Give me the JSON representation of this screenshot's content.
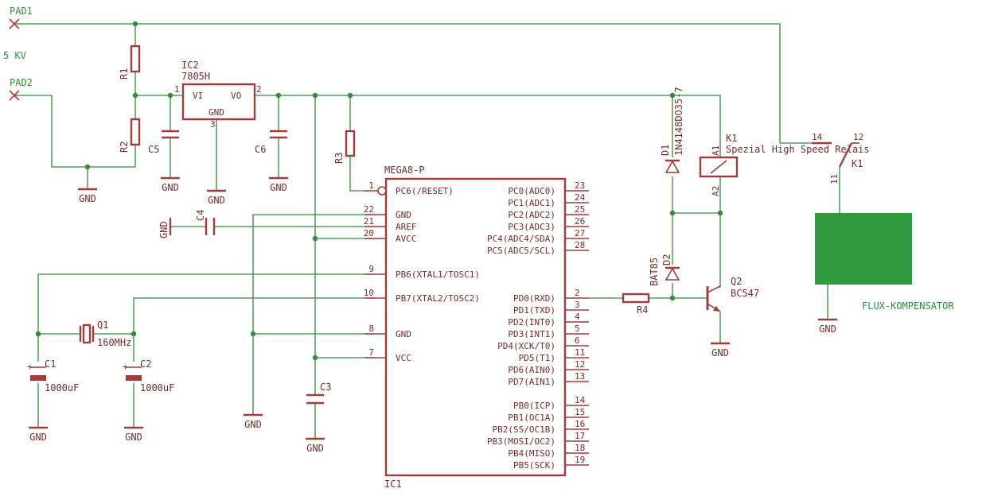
{
  "pads": {
    "pad1": "PAD1",
    "pad2": "PAD2",
    "voltage": "5 KV"
  },
  "resistors": {
    "r1": "R1",
    "r2": "R2",
    "r3": "R3",
    "r4": "R4"
  },
  "capacitors": {
    "c1": "C1",
    "c1_value": "1000uF",
    "c2": "C2",
    "c2_value": "1000uF",
    "c3": "C3",
    "c4": "C4",
    "c5": "C5",
    "c6": "C6"
  },
  "regulator": {
    "name": "IC2",
    "value": "7805H",
    "pin_vi": "VI",
    "pin_vo": "VO",
    "pin_gnd": "GND",
    "pin1": "1",
    "pin2": "2",
    "pin3": "3"
  },
  "crystal": {
    "name": "Q1",
    "value": "160MHz"
  },
  "transistor": {
    "name": "Q2",
    "value": "BC547"
  },
  "diodes": {
    "d1": "D1",
    "d1_value": "1N4148DO35-7",
    "d2": "D2",
    "d2_value": "BAT85"
  },
  "relay": {
    "name": "K1",
    "value": "Spezial High Speed Relais",
    "a1": "A1",
    "a2": "A2",
    "contact": "K1",
    "p14": "14",
    "p12": "12",
    "p11": "11"
  },
  "load": {
    "label": "FLUX-KOMPENSATOR"
  },
  "ground_label": "GND",
  "mcu": {
    "name": "IC1",
    "value": "MEGA8-P",
    "left_pins": [
      {
        "num": "1",
        "name": "PC6(/RESET)"
      },
      {
        "num": "22",
        "name": "GND"
      },
      {
        "num": "21",
        "name": "AREF"
      },
      {
        "num": "20",
        "name": "AVCC"
      },
      {
        "num": "9",
        "name": "PB6(XTAL1/TOSC1)"
      },
      {
        "num": "10",
        "name": "PB7(XTAL2/TOSC2)"
      },
      {
        "num": "8",
        "name": "GND"
      },
      {
        "num": "7",
        "name": "VCC"
      }
    ],
    "right_pins": [
      {
        "num": "23",
        "name": "PC0(ADC0)"
      },
      {
        "num": "24",
        "name": "PC1(ADC1)"
      },
      {
        "num": "25",
        "name": "PC2(ADC2)"
      },
      {
        "num": "26",
        "name": "PC3(ADC3)"
      },
      {
        "num": "27",
        "name": "PC4(ADC4/SDA)"
      },
      {
        "num": "28",
        "name": "PC5(ADC5/SCL)"
      },
      {
        "num": "2",
        "name": "PD0(RXD)"
      },
      {
        "num": "3",
        "name": "PD1(TXD)"
      },
      {
        "num": "4",
        "name": "PD2(INT0)"
      },
      {
        "num": "5",
        "name": "PD3(INT1)"
      },
      {
        "num": "6",
        "name": "PD4(XCK/T0)"
      },
      {
        "num": "11",
        "name": "PD5(T1)"
      },
      {
        "num": "12",
        "name": "PD6(AIN0)"
      },
      {
        "num": "13",
        "name": "PD7(AIN1)"
      },
      {
        "num": "14",
        "name": "PB0(ICP)"
      },
      {
        "num": "15",
        "name": "PB1(OC1A)"
      },
      {
        "num": "16",
        "name": "PB2(SS/OC1B)"
      },
      {
        "num": "17",
        "name": "PB3(MOSI/OC2)"
      },
      {
        "num": "18",
        "name": "PB4(MISO)"
      },
      {
        "num": "19",
        "name": "PB5(SCK)"
      }
    ]
  }
}
